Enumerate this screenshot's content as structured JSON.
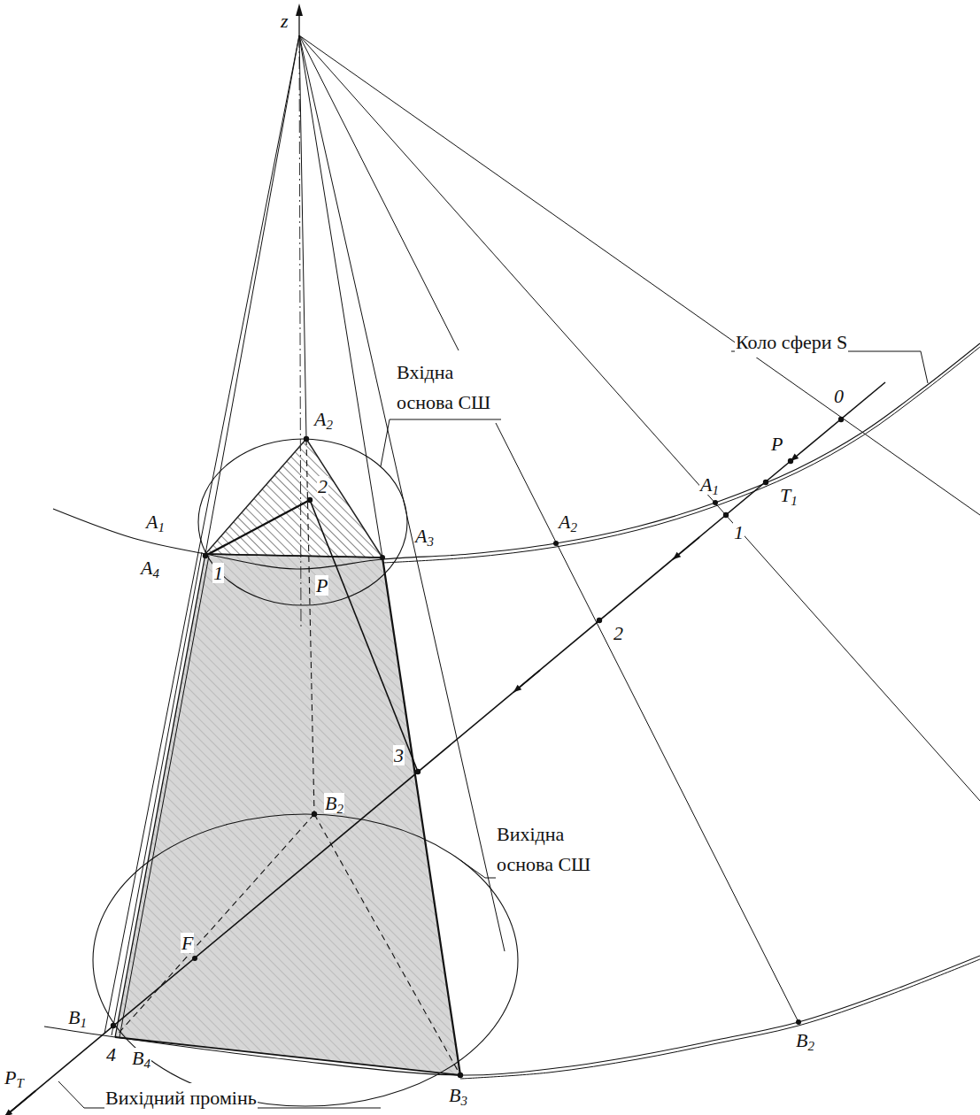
{
  "diagram": {
    "labels": [
      "z",
      "Коло сфери S",
      "Вхідна основа СШ",
      "0",
      "P",
      "A1",
      "T1",
      "1",
      "A2",
      "2",
      "A2",
      "2",
      "A1",
      "A4",
      "1",
      "P",
      "A3",
      "3",
      "B2",
      "Вихідна основа СШ",
      "F",
      "B1",
      "B4",
      "4",
      "PT",
      "B3",
      "B2",
      "Вихідний промінь"
    ]
  }
}
